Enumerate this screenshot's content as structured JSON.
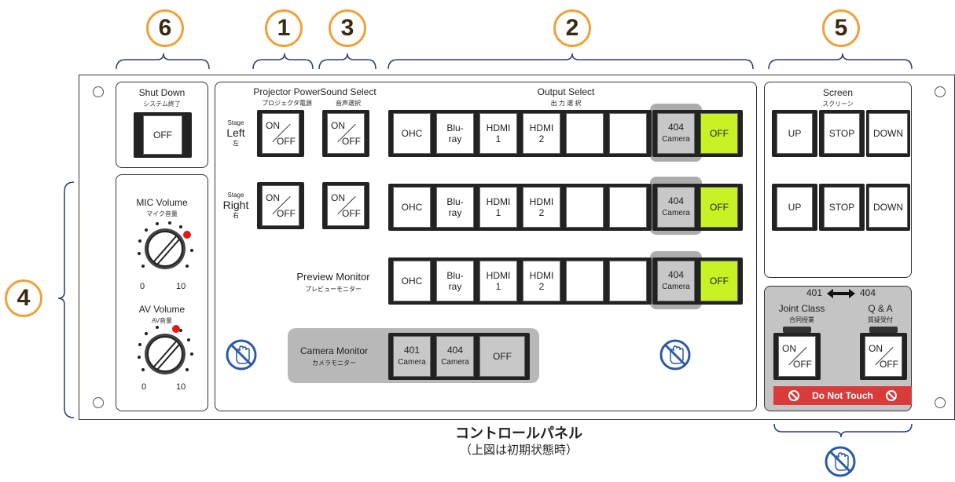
{
  "markers": [
    "⑥",
    "①",
    "③",
    "②",
    "⑤",
    "④"
  ],
  "markers_digits": {
    "six": "6",
    "one": "1",
    "three": "3",
    "two": "2",
    "five": "5",
    "four": "4"
  },
  "shutdown": {
    "title": "Shut Down",
    "sub": "システム終了",
    "button": "OFF"
  },
  "mic": {
    "title": "MIC Volume",
    "sub": "マイク音量",
    "min": "0",
    "max": "10"
  },
  "av": {
    "title": "AV Volume",
    "sub": "AV音量",
    "min": "0",
    "max": "10"
  },
  "projector": {
    "title": "Projector Power",
    "sub": "プロジェクタ電源"
  },
  "sound": {
    "title": "Sound Select",
    "sub": "音声選択"
  },
  "output": {
    "title": "Output Select",
    "sub": "出 力 選 択"
  },
  "onoff": {
    "on": "ON",
    "off": "OFF"
  },
  "stage_left": {
    "small": "Stage",
    "big": "Left",
    "jp": "左"
  },
  "stage_right": {
    "small": "Stage",
    "big": "Right",
    "jp": "右"
  },
  "outputs": {
    "ohc": "OHC",
    "bluray_1": "Blu-",
    "bluray_2": "ray",
    "hdmi1_1": "HDMI",
    "hdmi1_2": "1",
    "hdmi2_1": "HDMI",
    "hdmi2_2": "2",
    "cam404_1": "404",
    "cam404_2": "Camera",
    "off": "OFF"
  },
  "preview": {
    "title": "Preview Monitor",
    "sub": "プレビューモニター"
  },
  "camera_monitor": {
    "title": "Camera Monitor",
    "sub": "カメラモニター",
    "b401_1": "401",
    "b401_2": "Camera",
    "b404_1": "404",
    "b404_2": "Camera",
    "off": "OFF"
  },
  "screen": {
    "title": "Screen",
    "sub": "スクリーン",
    "up": "UP",
    "stop": "STOP",
    "down": "DOWN"
  },
  "joint": {
    "left_room": "401",
    "right_room": "404",
    "joint_title": "Joint Class",
    "joint_sub": "合同授業",
    "qa_title": "Q & A",
    "qa_sub": "質疑受付",
    "donot": "Do Not Touch"
  },
  "caption": {
    "title": "コントロールパネル",
    "sub": "（上図は初期状態時）"
  },
  "colors": {
    "marker": "#f0a23a",
    "green": "#c9f224",
    "gray": "#c8c8c8",
    "red": "#d93a3a",
    "nohand": "#2a5aa8"
  }
}
